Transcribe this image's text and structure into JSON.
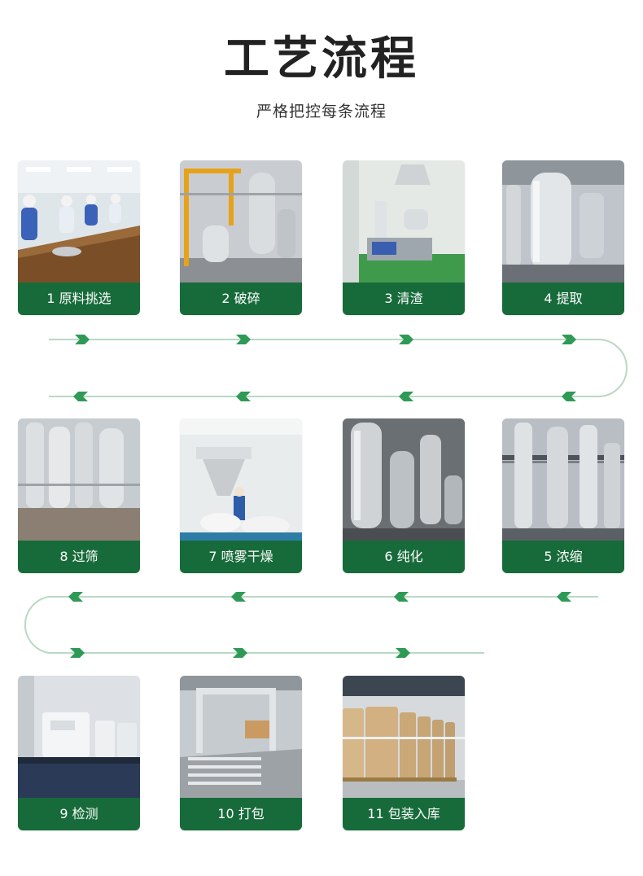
{
  "header": {
    "title": "工艺流程",
    "subtitle": "严格把控每条流程"
  },
  "colors": {
    "accent": "#176b3a",
    "arrow": "#2f9a56",
    "line": "#b9d9c4"
  },
  "steps": [
    {
      "num": "1",
      "name": "原料挑选"
    },
    {
      "num": "2",
      "name": "破碎"
    },
    {
      "num": "3",
      "name": "清渣"
    },
    {
      "num": "4",
      "name": "提取"
    },
    {
      "num": "5",
      "name": "浓缩"
    },
    {
      "num": "6",
      "name": "纯化"
    },
    {
      "num": "7",
      "name": "喷雾干燥"
    },
    {
      "num": "8",
      "name": "过筛"
    },
    {
      "num": "9",
      "name": "检测"
    },
    {
      "num": "10",
      "name": "打包"
    },
    {
      "num": "11",
      "name": "包装入库"
    }
  ]
}
